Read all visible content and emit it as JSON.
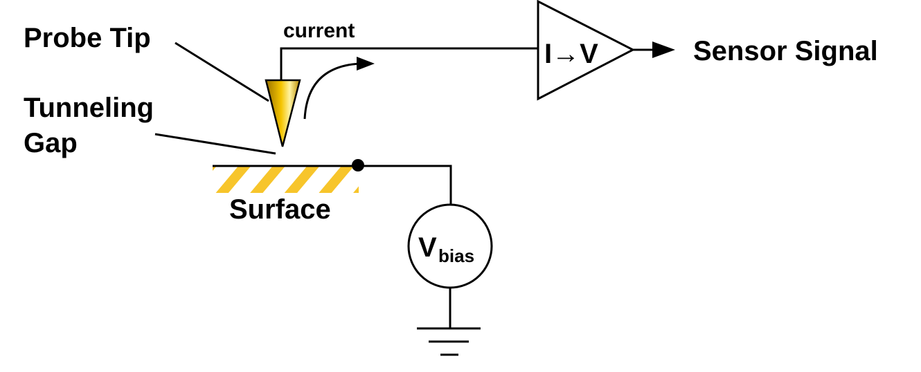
{
  "labels": {
    "probe_tip": "Probe Tip",
    "current": "current",
    "converter_symbol": "I→V",
    "sensor_signal": "Sensor Signal",
    "tunneling": "Tunneling",
    "gap": "Gap",
    "surface": "Surface",
    "vbias_main": "V",
    "vbias_sub": "bias"
  },
  "colors": {
    "line": "#000000",
    "tip_light": "#fff3a0",
    "tip_mid": "#f5c400",
    "tip_dark": "#9a7200",
    "surface_hatch": "#f7c52b"
  }
}
